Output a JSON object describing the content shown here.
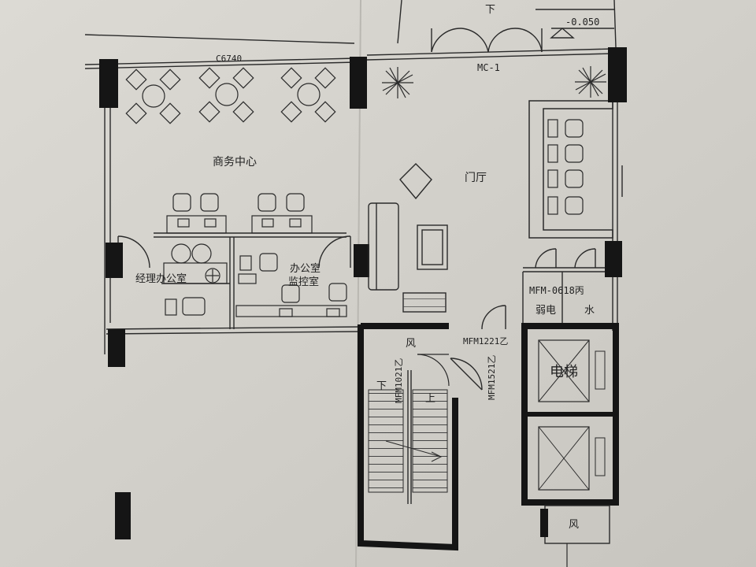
{
  "labels": {
    "c6740": "C6740",
    "mc1": "MC-1",
    "level": "-0.050",
    "down_top": "下",
    "business_center": "商务中心",
    "lobby": "门厅",
    "manager_office": "经理办公室",
    "office": "办公室",
    "monitor_room": "监控室",
    "mfm0618": "MFM-0618丙",
    "weak_current": "弱电",
    "water": "水",
    "wind1": "风",
    "wind2": "风",
    "mfm1221": "MFM1221乙",
    "mfm1521": "MFM1521乙",
    "mfm1021": "MFM1021乙",
    "stair_down": "下",
    "stair_up": "上",
    "elevator": "电梯"
  },
  "colors": {
    "paper": "#d4d2cc",
    "line": "#2a2a2a",
    "wall": "#151515"
  }
}
